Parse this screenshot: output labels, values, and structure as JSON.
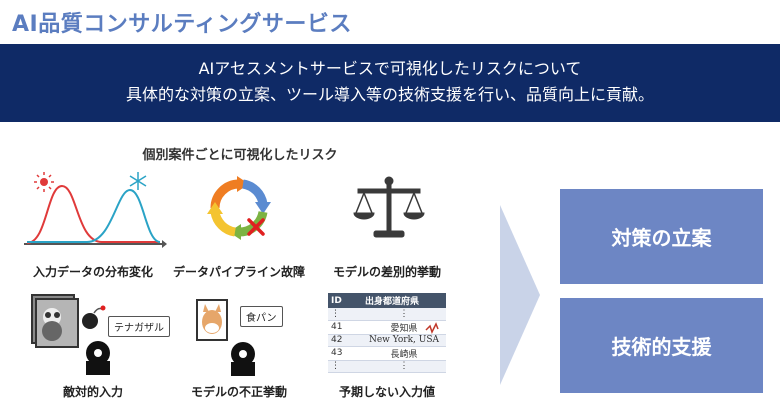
{
  "header": {
    "title": "AI品質コンサルティングサービス",
    "banner_line1": "AIアセスメントサービスで可視化したリスクについて",
    "banner_line2": "具体的な対策の立案、ツール導入等の技術支援を行い、品質向上に貢献。"
  },
  "risks": {
    "section_title": "個別案件ごとに可視化したリスク",
    "items": [
      {
        "label": "入力データの分布変化",
        "icon": "distribution-shift-icon"
      },
      {
        "label": "データパイプライン故障",
        "icon": "pipeline-cycle-icon"
      },
      {
        "label": "モデルの差別的挙動",
        "icon": "balance-scale-icon"
      },
      {
        "label": "敵対的入力",
        "icon": "adversarial-input-icon"
      },
      {
        "label": "モデルの不正挙動",
        "icon": "model-misbehavior-icon"
      },
      {
        "label": "予期しない入力値",
        "icon": "unexpected-input-icon"
      }
    ],
    "adversarial_bubble": "テナガザル",
    "misbehavior_bubble": "食パン",
    "table": {
      "headers": [
        "ID",
        "出身都道府県"
      ],
      "rows": [
        [
          "⋮",
          "⋮"
        ],
        [
          "41",
          "愛知県"
        ],
        [
          "42",
          "New York, USA"
        ],
        [
          "43",
          "長崎県"
        ],
        [
          "⋮",
          "⋮"
        ]
      ]
    }
  },
  "results": {
    "box1": "対策の立案",
    "box2": "技術的支援"
  },
  "colors": {
    "accent": "#5b7dc0",
    "banner": "#0f2a66",
    "result_box": "#6d86c4",
    "arrow": "#c9d3e8"
  }
}
